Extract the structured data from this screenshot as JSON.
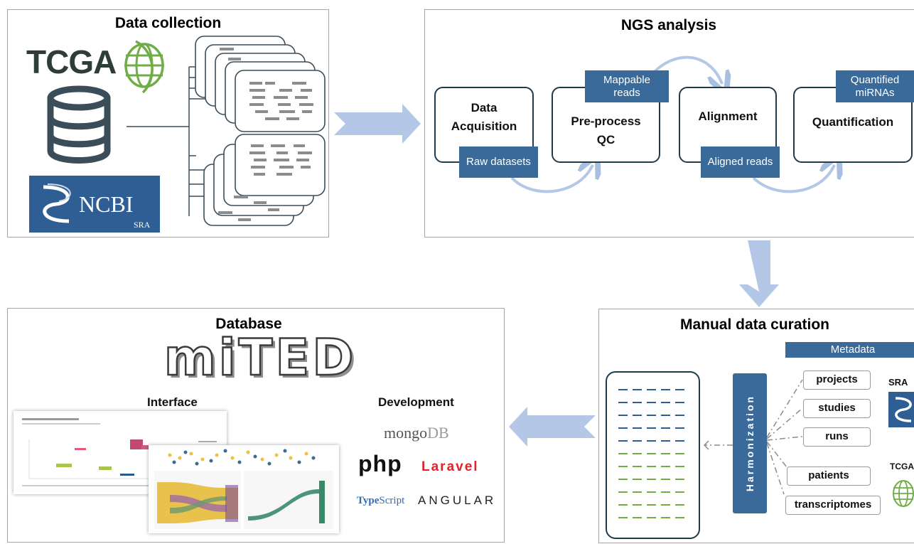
{
  "panels": {
    "data_collection": {
      "title": "Data collection"
    },
    "ngs": {
      "title": "NGS analysis"
    },
    "curation": {
      "title": "Manual data curation"
    },
    "database": {
      "title": "Database"
    }
  },
  "collection": {
    "tcga_logo": "TCGA",
    "ncbi_logo": "NCBI",
    "ncbi_sub": "SRA"
  },
  "ngs": {
    "steps": [
      "Data Acquisition",
      "Pre-process QC",
      "Alignment",
      "Quantification"
    ],
    "tags": {
      "raw": "Raw datasets",
      "mappable": "Mappable reads",
      "aligned": "Aligned reads",
      "quantified": "Quantified miRNAs"
    }
  },
  "curation": {
    "metadata": "Metadata",
    "harmonization": "Harmonization",
    "items": [
      "projects",
      "studies",
      "runs",
      "patients",
      "transcriptomes"
    ],
    "sra_label": "SRA",
    "tcga_label": "TCGA"
  },
  "database": {
    "logo_text": "miTED",
    "interface_label": "Interface",
    "development_label": "Development",
    "tech": {
      "mongo_main": "mongo",
      "mongo_db": "DB",
      "php": "php",
      "laravel": "Laravel",
      "ts_type": "Type",
      "ts_script": "Script",
      "angular": "ANGULAR"
    }
  },
  "colors": {
    "tag_blue": "#3a6a9a",
    "arrow_blue": "#b4c7e7",
    "panel_border": "#a6a6a6",
    "tcga_green": "#70ad47",
    "ncbi_blue": "#2f5e95",
    "dash_blue": "#2f5e95",
    "dash_green": "#70ad47",
    "laravel_red": "#e8202a"
  }
}
